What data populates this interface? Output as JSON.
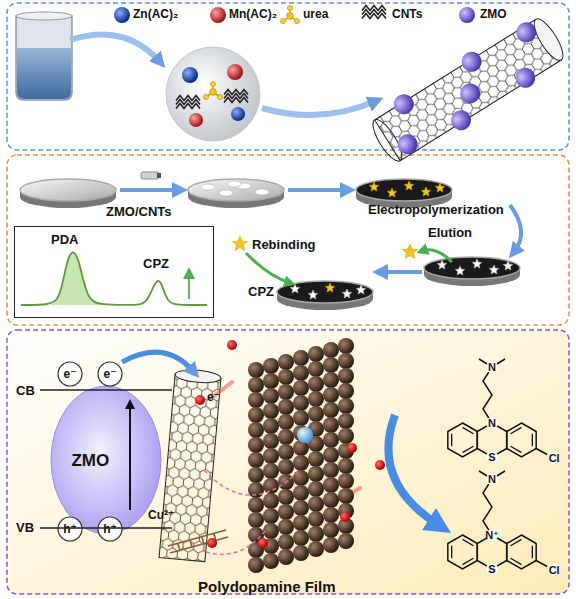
{
  "diagram": {
    "nodes": [
      {
        "text": [
          "PDA",
          "CPZ"
        ]
      },
      {
        "text": [
          "ZMO"
        ]
      },
      {
        "text": [
          "e⁻"
        ]
      },
      {
        "text": [
          "e⁻"
        ]
      },
      {
        "text": [
          "h⁺"
        ]
      },
      {
        "text": [
          "h⁺"
        ]
      }
    ],
    "labels": [
      "Zn(AC)₂",
      "Mn(AC)₂",
      "urea",
      "CNTs",
      "ZMO",
      "ZMO/CNTs",
      "Electropolymerization",
      "Rebinding",
      "Elution",
      "CPZ",
      "CB",
      "VB",
      "e⁻",
      "Cu²⁺",
      "Polydopamine Film",
      "N",
      "N",
      "S",
      "Cl",
      "N",
      "N⁺",
      "S",
      "Cl"
    ]
  }
}
